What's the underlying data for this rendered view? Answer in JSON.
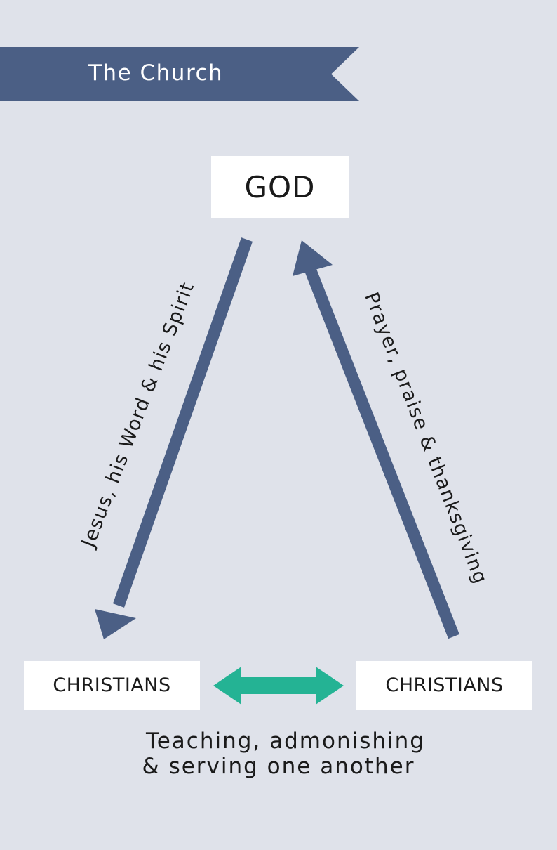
{
  "banner": {
    "title": "The Church"
  },
  "nodes": {
    "god": "GOD",
    "christians_left": "CHRISTIANS",
    "christians_right": "CHRISTIANS"
  },
  "edges": {
    "god_to_christians": "Jesus, his Word & his Spirit",
    "christians_to_god": "Prayer, praise & thanksgiving",
    "christians_mutual": {
      "line1": "Teaching, admonishing",
      "line2": "& serving one another"
    }
  },
  "colors": {
    "background": "#dfe2ea",
    "primary": "#4b5f85",
    "accent": "#24b394",
    "box": "#ffffff"
  }
}
